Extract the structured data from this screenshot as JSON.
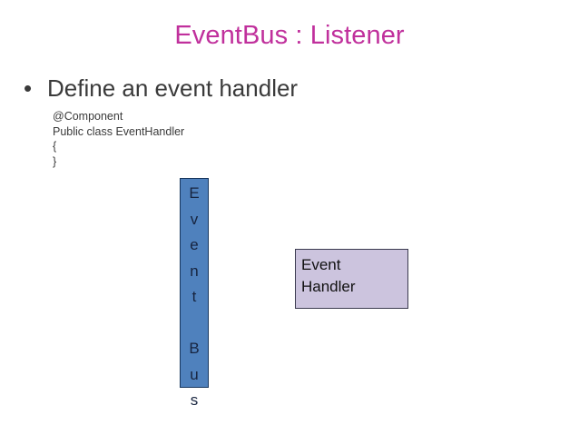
{
  "slide": {
    "background_color": "#FFFFFF",
    "title": "EventBus : Listener",
    "title_color": "#C0309C",
    "bullet": {
      "marker": "•",
      "text": "Define an event handler",
      "color": "#3A3A3A"
    },
    "code": {
      "color": "#3A3A3A",
      "lines": [
        "@Component",
        "Public class EventHandler",
        "{",
        "}"
      ]
    },
    "diagram": {
      "eventbus_bar": {
        "label": "Event Bus",
        "fill_color": "#4F81BD",
        "border_color": "#17365D",
        "text_color": "#17243F",
        "letters": [
          "E",
          "v",
          "e",
          "n",
          "t",
          " ",
          "B",
          "u",
          "s"
        ]
      },
      "handler_box": {
        "fill_color": "#CCC4DE",
        "border_color": "#3B3B4F",
        "text_color": "#111111",
        "lines": [
          "Event",
          "Handler"
        ]
      }
    }
  }
}
